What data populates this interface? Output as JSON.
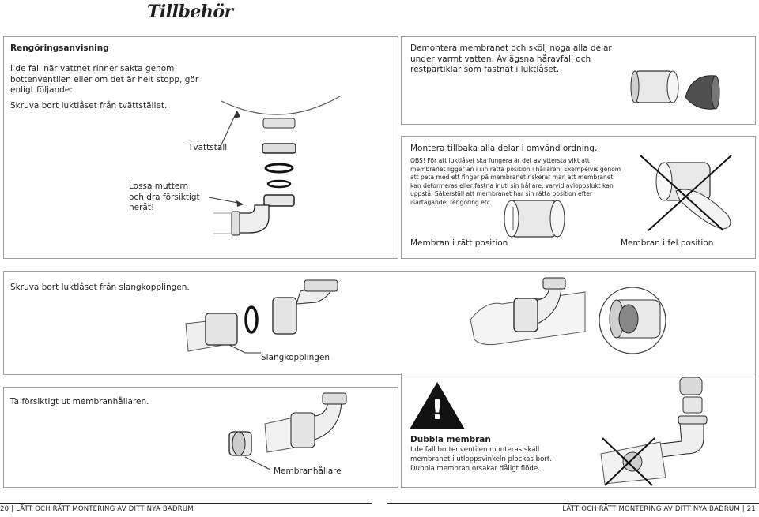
{
  "page": {
    "title": "Tillbehör"
  },
  "panel1": {
    "heading": "Rengöringsanvisning",
    "intro": "I de fall när vattnet rinner sakta genom bottenventilen eller om det är helt stopp, gör enligt följande:",
    "step": "Skruva bort luktlåset från tvättstället.",
    "label_sink": "Tvättställ",
    "label_nut": "Lossa muttern och dra försiktigt neråt!"
  },
  "panel2": {
    "text": "Demontera membranet och skölj noga alla delar under varmt vatten. Avlägsna håravfall och restpartiklar som fastnat i luktlåset."
  },
  "panel3": {
    "heading": "Montera tillbaka alla delar i omvänd ordning.",
    "note": "OBS! För att luktlåset ska fungera är det av yttersta vikt att membranet ligger an i sin rätta position i hållaren. Exempelvis genom att peta med ett finger på membranet riskerar man att membranet kan deformeras eller fastna inuti sin hållare, varvid avloppslukt kan uppstå. Säkerställ att membranet har sin rätta position efter isärtagande, rengöring etc.",
    "label_right": "Membran i rätt position",
    "label_wrong": "Membran i fel position"
  },
  "panel4": {
    "step": "Skruva bort luktlåset från slangkopplingen.",
    "label": "Slangkopplingen"
  },
  "panel5": {
    "step": "Ta försiktigt ut membranhållaren.",
    "label": "Membranhållare"
  },
  "panel6": {
    "warning_heading": "Dubbla membran",
    "warning_text": "I de fall bottenventilen monteras skall membranet i utloppsvinkeln plockas bort. Dubbla membran orsakar dåligt flöde.",
    "warning_symbol": "!"
  },
  "footer": {
    "left_num": "20",
    "left_text": "LÄTT OCH RÄTT MONTERING AV DITT NYA BADRUM",
    "right_text": "LÄTT OCH RÄTT MONTERING AV DITT NYA BADRUM",
    "right_num": "21",
    "sep": "|"
  }
}
